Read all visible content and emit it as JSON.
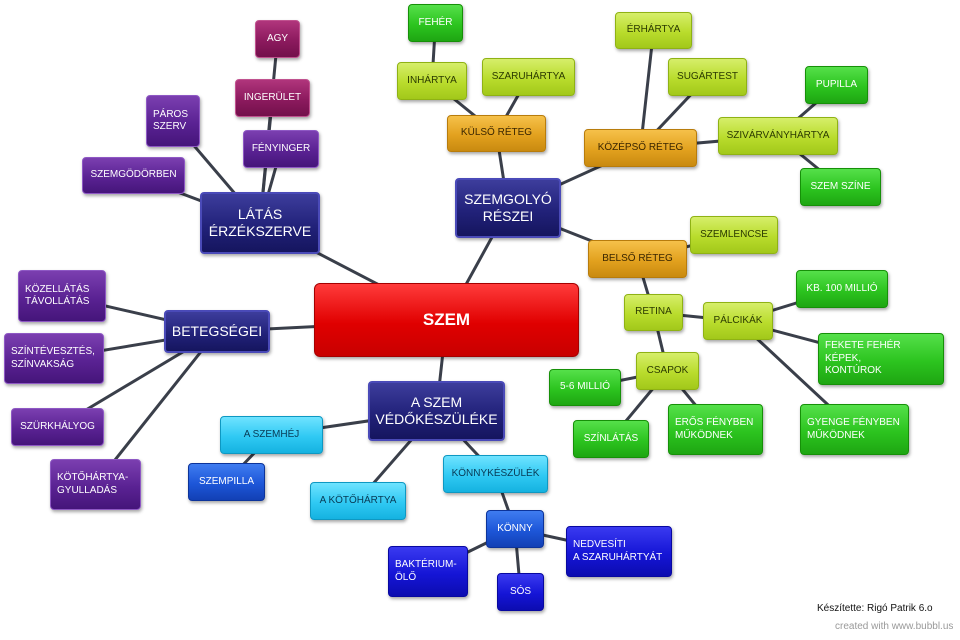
{
  "root": "SZEM",
  "branches": {
    "latas": "LÁTÁS\nÉRZÉKSZERVE",
    "szemgolyo": "SZEMGOLYÓ\nRÉSZEI",
    "betegsegei": "BETEGSÉGEI",
    "vedo": "A SZEM\nVÉDŐKÉSZÜLÉKE"
  },
  "latas_children": {
    "agy": "AGY",
    "ingerulet": "INGERÜLET",
    "fenyinger": "FÉNYINGER",
    "paros": "PÁROS\nSZERV",
    "szemgodor": "SZEMGÖDÖRBEN"
  },
  "szemgolyo_children": {
    "kulso": "KÜLSŐ RÉTEG",
    "feher": "FEHÉR",
    "inhartya": "INHÁRTYA",
    "szaruhartya": "SZARUHÁRTYA",
    "kozepso": "KÖZÉPSŐ RÉTEG",
    "erhartya": "ÉRHÁRTYA",
    "sugartest": "SUGÁRTEST",
    "szivarvany": "SZIVÁRVÁNYHÁRTYA",
    "pupilla": "PUPILLA",
    "szemszine": "SZEM SZÍNE",
    "belso": "BELSŐ RÉTEG",
    "szemlencse": "SZEMLENCSE",
    "retina": "RETINA",
    "palcikak": "PÁLCIKÁK",
    "kb100": "KB. 100 MILLIÓ",
    "feketefeher": "FEKETE FEHÉR KÉPEK,\nKONTÚROK",
    "gyenge": "GYENGE FÉNYBEN\nMŰKÖDNEK",
    "csapok": "CSAPOK",
    "millio56": "5-6 MILLIÓ",
    "szinlatas": "SZÍNLÁTÁS",
    "eros": "ERŐS FÉNYBEN\nMŰKÖDNEK"
  },
  "betegseg_children": {
    "kozellatas": "KÖZELLÁTÁS\nTÁVOLLÁTÁS",
    "szinteveszt": "SZÍNTÉVESZTÉS,\nSZÍNVAKSÁG",
    "szurke": "SZÜRKHÁLYOG",
    "kotohartya_gy": "KÖTŐHÁRTYA-\nGYULLADÁS"
  },
  "vedo_children": {
    "szemhej": "A SZEMHÉJ",
    "szempilla": "SZEMPILLA",
    "kotohartya": "A KÖTŐHÁRTYA",
    "konnykeszulek": "KÖNNYKÉSZÜLÉK",
    "konny": "KÖNNY",
    "bakterium": "BAKTÉRIUM-\nÖLŐ",
    "sos": "SÓS",
    "nedvesiti": "NEDVESÍTI\nA SZARUHÁRTYÁT"
  },
  "credits": {
    "author": "Készítette: Rigó Patrik 6.o",
    "site": "created with www.bubbl.us"
  },
  "colors": {
    "root": "#e00000",
    "main_branch": "#22227a",
    "latas_children": "#5a2293",
    "orange_layer": "#e2a11e",
    "lime": "#b9dc2c",
    "green": "#2cc41f",
    "cyan": "#2fc9f3",
    "blue": "#1d56d8",
    "royal_blue": "#1515d6",
    "connector": "#3a3f4a"
  }
}
